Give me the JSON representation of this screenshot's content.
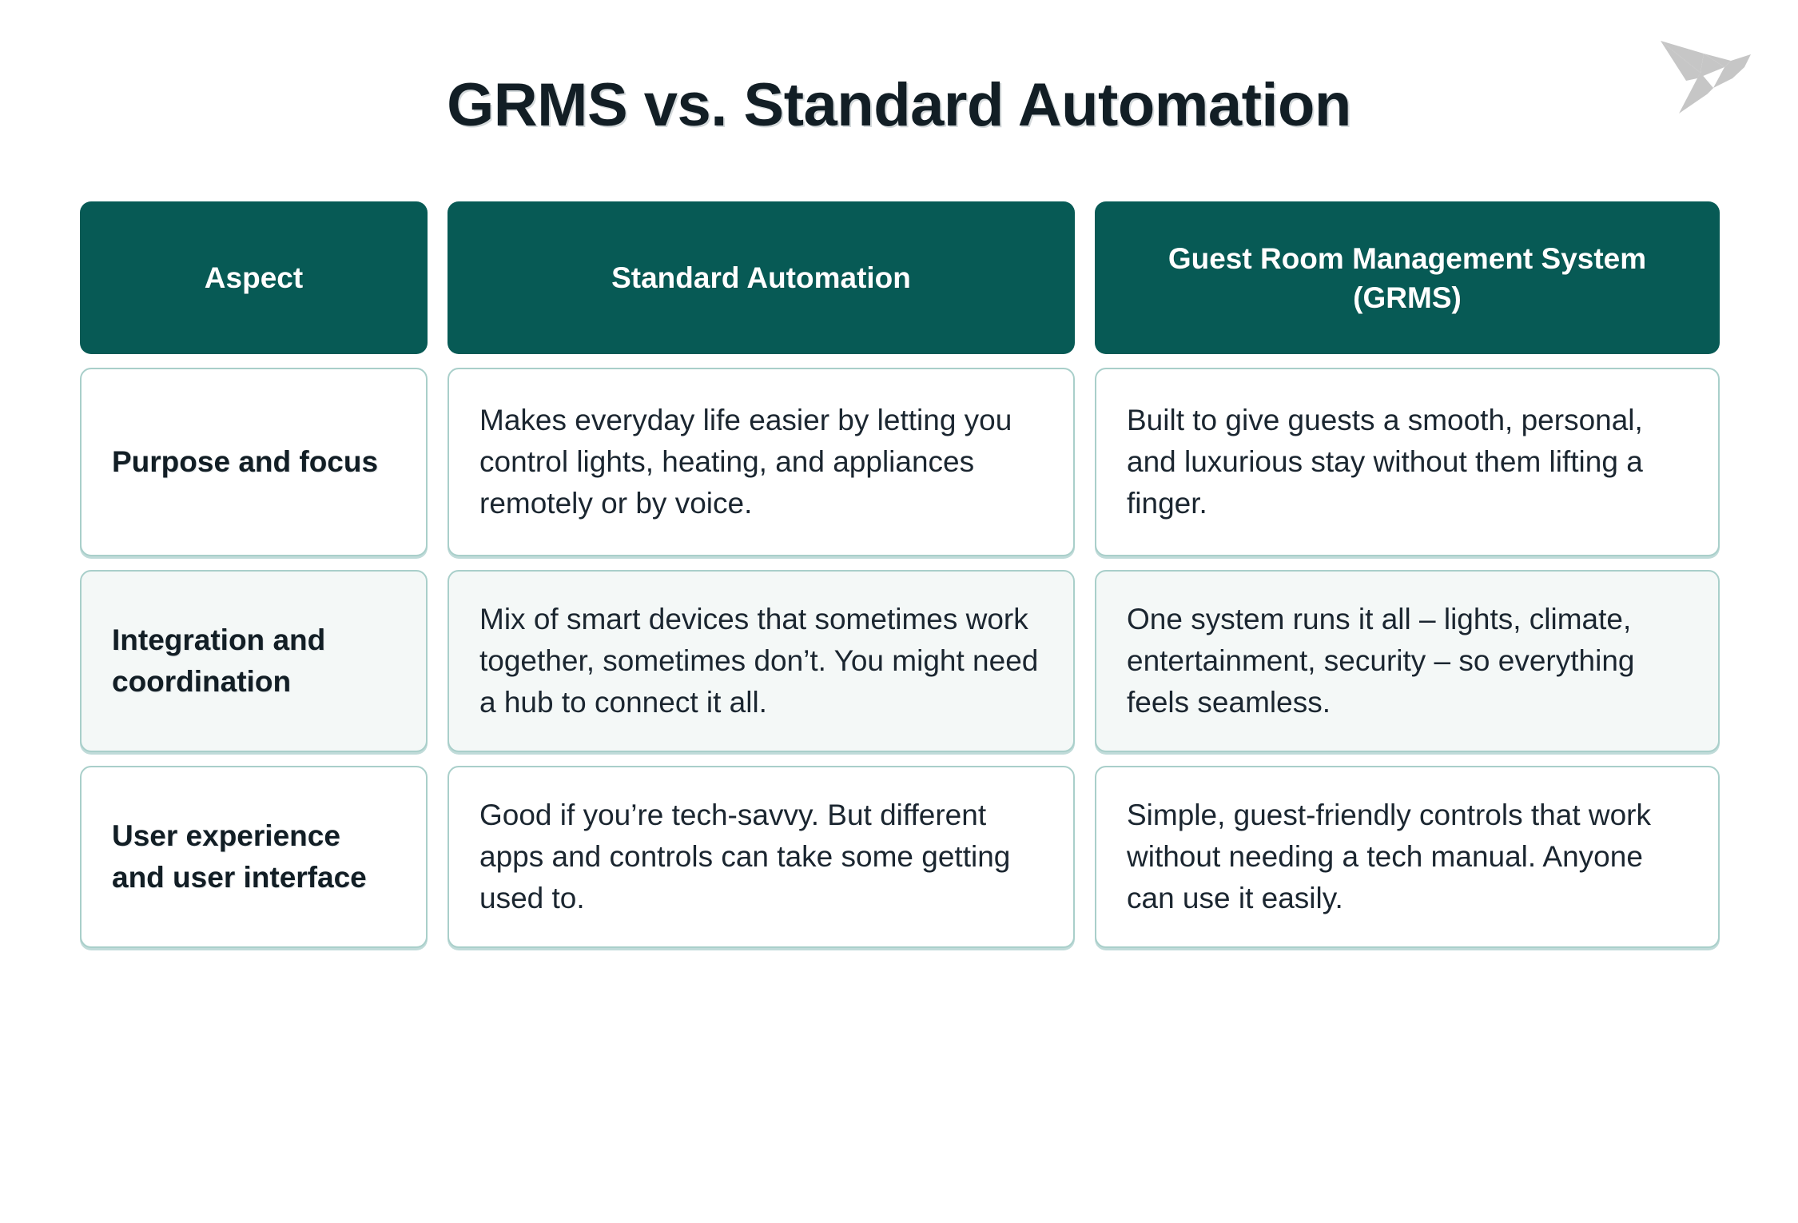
{
  "page": {
    "title": "GRMS vs. Standard Automation",
    "background_color": "#ffffff",
    "title_color": "#121e25"
  },
  "logo": {
    "icon_name": "origami-bird-logo",
    "color": "#c6c6c6"
  },
  "theme": {
    "header_fill": "#075a55",
    "header_text": "#ffffff",
    "cell_border": "#a9cfca",
    "cell_fill": "#ffffff",
    "cell_fill_alt": "#f4f8f7",
    "body_text": "#1b2630"
  },
  "chart_data": {
    "type": "table",
    "title": "GRMS vs. Standard Automation",
    "columns": [
      "Aspect",
      "Standard Automation",
      "Guest Room Management System (GRMS)"
    ],
    "rows": [
      [
        "Purpose and focus",
        "Makes everyday life easier by letting you control lights, heating, and appliances remotely or by voice.",
        "Built to give guests a smooth, personal, and luxurious stay without them lifting a finger."
      ],
      [
        "Integration and coordination",
        "Mix of smart devices that sometimes work together, sometimes don’t. You might need a hub to connect it all.",
        "One system runs it all – lights, climate, entertainment, security – so everything feels seamless."
      ],
      [
        "User experience and user interface",
        "Good if you’re tech-savvy. But different apps and controls can take some getting used to.",
        "Simple, guest-friendly controls that work without needing a tech manual. Anyone can use it easily."
      ]
    ]
  },
  "table": {
    "headers": {
      "aspect": "Aspect",
      "standard": "Standard Automation",
      "grms": "Guest Room Management System (GRMS)"
    },
    "rows": [
      {
        "aspect": "Purpose and focus",
        "standard": "Makes everyday life easier by letting you control lights, heating, and appliances remotely or by voice.",
        "grms": "Built to give guests a smooth, personal, and luxurious stay without them lifting a finger."
      },
      {
        "aspect": "Integration and coordination",
        "standard": "Mix of smart devices that sometimes work together, sometimes don’t. You might need a hub to connect it all.",
        "grms": "One system runs it all – lights, climate, entertainment, security – so everything feels seamless."
      },
      {
        "aspect": "User experience and user interface",
        "standard": "Good if you’re tech-savvy. But different apps and controls can take some getting used to.",
        "grms": "Simple, guest-friendly controls that work without needing a tech manual. Anyone can use it easily."
      }
    ]
  }
}
